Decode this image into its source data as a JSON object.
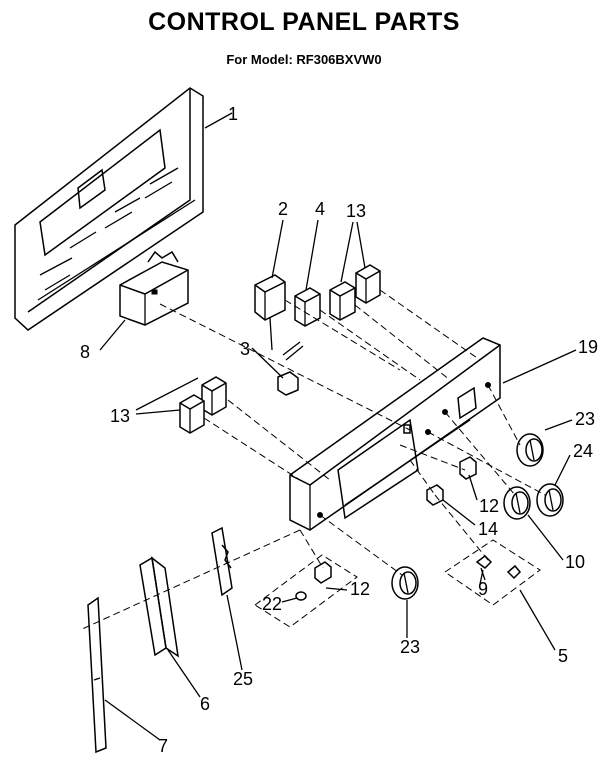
{
  "header": {
    "title": "CONTROL PANEL PARTS",
    "subtitle": "For Model: RF306BXVW0"
  },
  "callouts": {
    "c1": "1",
    "c2": "2",
    "c3": "3",
    "c4": "4",
    "c5": "5",
    "c6": "6",
    "c7": "7",
    "c8": "8",
    "c9": "9",
    "c10": "10",
    "c12a": "12",
    "c12b": "12",
    "c13a": "13",
    "c13b": "13",
    "c14": "14",
    "c19": "19",
    "c22": "22",
    "c23a": "23",
    "c23b": "23",
    "c24": "24",
    "c25": "25"
  }
}
